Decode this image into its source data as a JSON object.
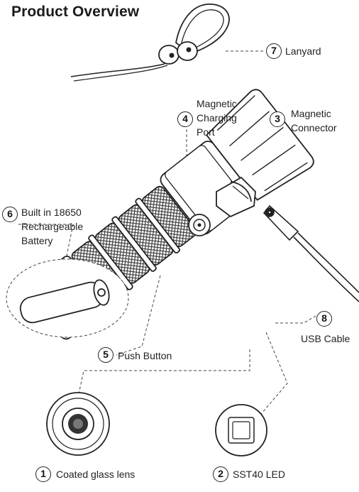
{
  "title": "Product Overview",
  "callouts": [
    {
      "num": "1",
      "label": "Coated glass lens"
    },
    {
      "num": "2",
      "label": "SST40 LED"
    },
    {
      "num": "3",
      "label": "Magnetic\nConnector"
    },
    {
      "num": "4",
      "label": "Magnetic\nCharging\nPort"
    },
    {
      "num": "5",
      "label": "Push Button"
    },
    {
      "num": "6",
      "label": "Built in 18650\nRechargeable\nBattery"
    },
    {
      "num": "7",
      "label": "Lanyard"
    },
    {
      "num": "8",
      "label": "USB Cable"
    }
  ]
}
